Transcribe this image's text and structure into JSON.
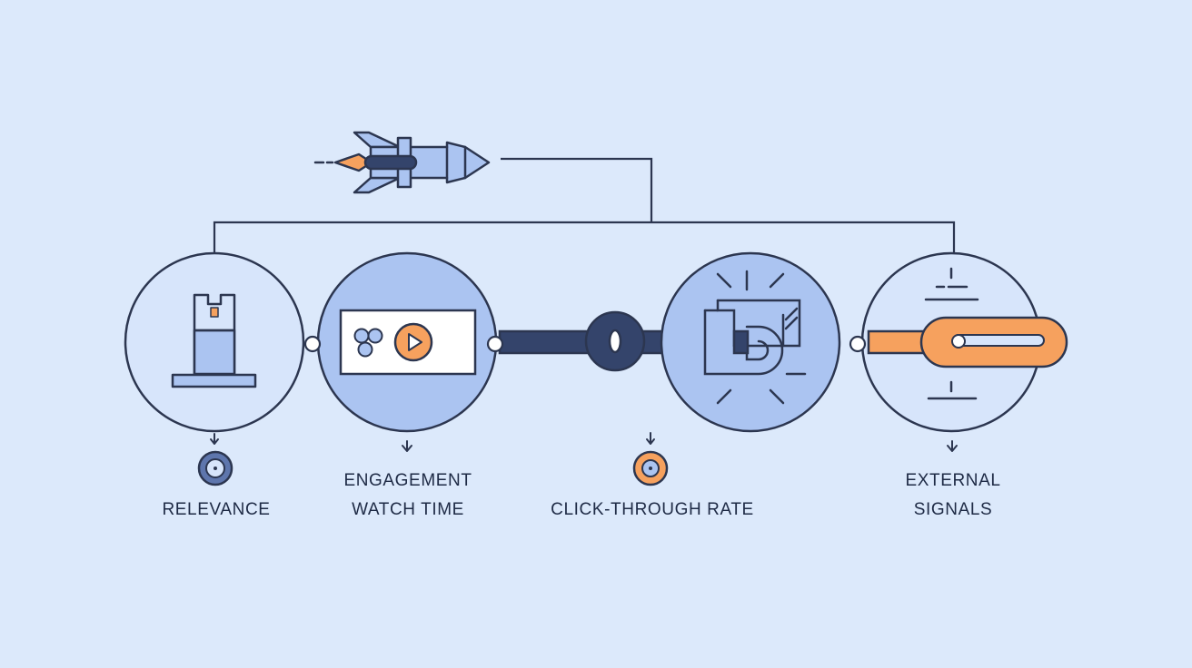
{
  "colors": {
    "background": "#dce9fb",
    "stroke": "#2c3650",
    "navy": "#34446b",
    "blue_fill": "#abc4f1",
    "light_fill": "#d7e5fb",
    "orange": "#f6a15e"
  },
  "stages": [
    {
      "id": "relevance",
      "icon": "pedestal-icon",
      "lines": [
        "RELEVANCE"
      ]
    },
    {
      "id": "engagement",
      "icon": "video-player-icon",
      "lines": [
        "ENGAGEMENT",
        "WATCH TIME"
      ]
    },
    {
      "id": "ctr",
      "icon": "magnet-link-icon",
      "lines": [
        "CLICK-THROUGH RATE"
      ]
    },
    {
      "id": "external",
      "icon": "chain-link-icon",
      "lines": [
        "EXTERNAL",
        "SIGNALS"
      ]
    }
  ]
}
